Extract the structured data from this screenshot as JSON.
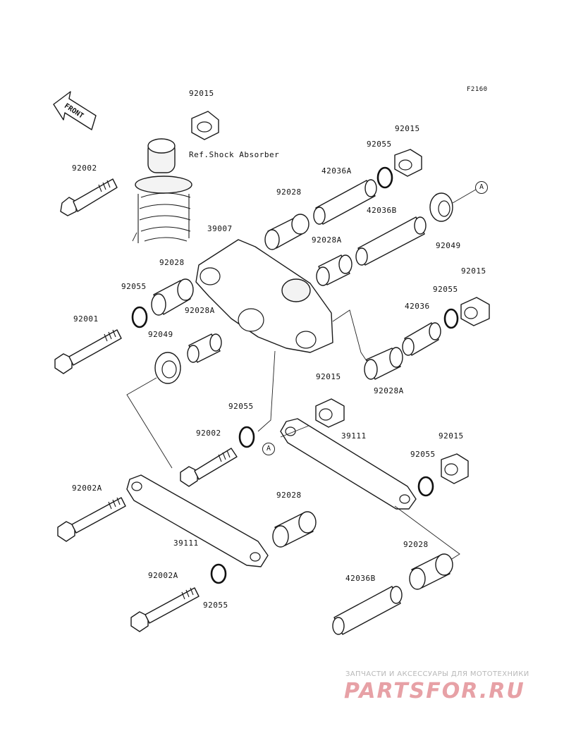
{
  "diagram_code": "F2160",
  "front_label": "FRONT",
  "ref_note": "Ref.Shock Absorber",
  "callouts": {
    "a1": "A",
    "a2": "A"
  },
  "labels": {
    "p92015_top": "92015",
    "p92002_top": "92002",
    "p92015_r1": "92015",
    "p92055_r1": "92055",
    "p42036A": "42036A",
    "p92028_mid": "92028",
    "p42036B_mid": "42036B",
    "p39007": "39007",
    "p92028A_mid": "92028A",
    "p92049_r": "92049",
    "p92015_r2": "92015",
    "p92028_left": "92028",
    "p92055_left": "92055",
    "p92055_r2": "92055",
    "p42036": "42036",
    "p92028A_left": "92028A",
    "p92001": "92001",
    "p92049_left": "92049",
    "p92015_mid": "92015",
    "p92028A_bot": "92028A",
    "p92055_mid": "92055",
    "p39111_r": "39111",
    "p92002_mid": "92002",
    "p92015_r3": "92015",
    "p92055_r3": "92055",
    "p92002A_1": "92002A",
    "p92028_b": "92028",
    "p39111_l": "39111",
    "p92028_br": "92028",
    "p92002A_2": "92002A",
    "p42036B_bot": "42036B",
    "p92055_bot": "92055"
  },
  "watermark": {
    "line1": "ЗАПЧАСТИ И АКСЕССУАРЫ ДЛЯ МОТОТЕХНИКИ",
    "line2": "PARTSFOR.RU"
  }
}
